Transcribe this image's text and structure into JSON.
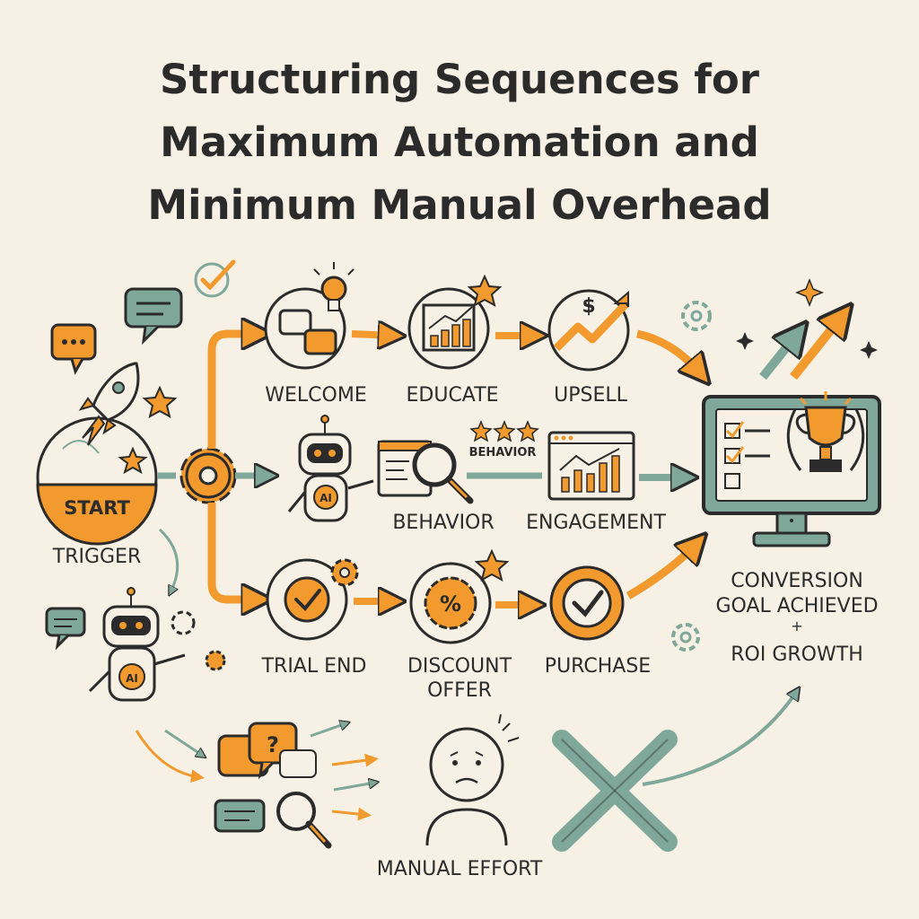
{
  "title": {
    "line1": "Structuring Sequences for",
    "line2": "Maximum Automation and",
    "line3": "Minimum Manual Overhead"
  },
  "colors": {
    "background": "#f6f1e4",
    "orange": "#f29a2e",
    "teal": "#7fa89a",
    "ink": "#2b2b2b"
  },
  "start": {
    "badge": "START",
    "caption": "TRIGGER"
  },
  "top_row": {
    "welcome": "WELCOME",
    "educate": "EDUCATE",
    "upsell": "UPSELL"
  },
  "middle_row": {
    "ai_badge": "AI",
    "behavior_tag": "BEHAVIOR",
    "behavior": "BEHAVIOR",
    "engagement": "ENGAGEMENT"
  },
  "bottom_row": {
    "trial_end": "TRIAL END",
    "discount_line1": "DISCOUNT",
    "discount_line2": "OFFER",
    "discount_symbol": "%",
    "purchase": "PURCHASE"
  },
  "upsell_symbol": "$",
  "goal": {
    "line1": "CONVERSION",
    "line2": "GOAL ACHIEVED",
    "line3": "+",
    "line4": "ROI GROWTH"
  },
  "manual": {
    "caption": "MANUAL EFFORT",
    "question_symbol": "?",
    "ai_badge": "AI"
  }
}
